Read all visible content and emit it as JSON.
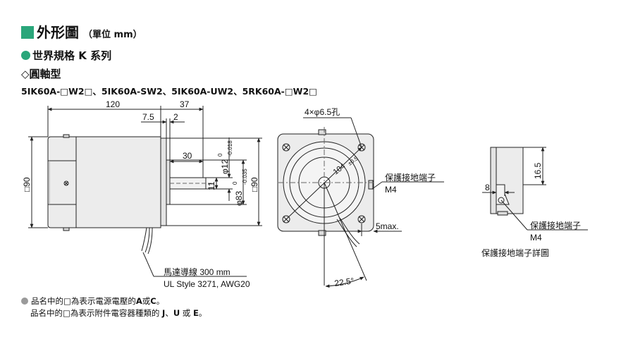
{
  "header": {
    "title": "外形圖",
    "unit": "（單位 mm）",
    "subtitle": "世界規格 K 系列",
    "shaft_type": "◇圓軸型",
    "models": "5IK60A-□W2□、5IK60A-SW2、5IK60A-UW2、5RK60A-□W2□"
  },
  "side_view": {
    "dim_total_length": "120",
    "dim_37": "37",
    "dim_7_5": "7.5",
    "dim_2": "2",
    "dim_30": "30",
    "dim_11": "11",
    "dim_shaft": "φ12",
    "dim_shaft_tol_upper": "0",
    "dim_shaft_tol_lower": "-0.018",
    "dim_pilot": "φ83",
    "dim_pilot_tol_upper": "0",
    "dim_pilot_tol_lower": "-0.035",
    "dim_square_left": "□90",
    "dim_square_right": "□90",
    "lead_wire_label": "馬達導線 300 mm",
    "lead_wire_spec": "UL Style 3271, AWG20"
  },
  "front_view": {
    "holes": "4×φ6.5孔",
    "pcd": "104",
    "pcd_tol": "±0.5",
    "terminal": "保護接地端子",
    "terminal_size": "M4",
    "dim_5max": "5max.",
    "angle": "22.5°"
  },
  "detail_view": {
    "dim_16_5": "16.5",
    "dim_8": "8",
    "terminal": "保護接地端子",
    "terminal_size": "M4",
    "caption": "保護接地端子詳圖"
  },
  "notes": {
    "line1_prefix": "品名中的",
    "line1_box": "□",
    "line1_mid": "為表示電源電壓的 ",
    "line1_a": "A",
    "line1_or": " 或 ",
    "line1_c": "C",
    "line1_end": "。",
    "line2_prefix": "品名中的",
    "line2_box": "□",
    "line2_mid": "為表示附件電容器種類的 ",
    "line2_j": "J",
    "line2_sep1": "、",
    "line2_u": "U",
    "line2_or": " 或 ",
    "line2_e": "E",
    "line2_end": "。"
  },
  "colors": {
    "accent": "#2aa67a",
    "note_dot": "#9a9a9a",
    "motor_body": "#ececec",
    "line": "#222222"
  }
}
